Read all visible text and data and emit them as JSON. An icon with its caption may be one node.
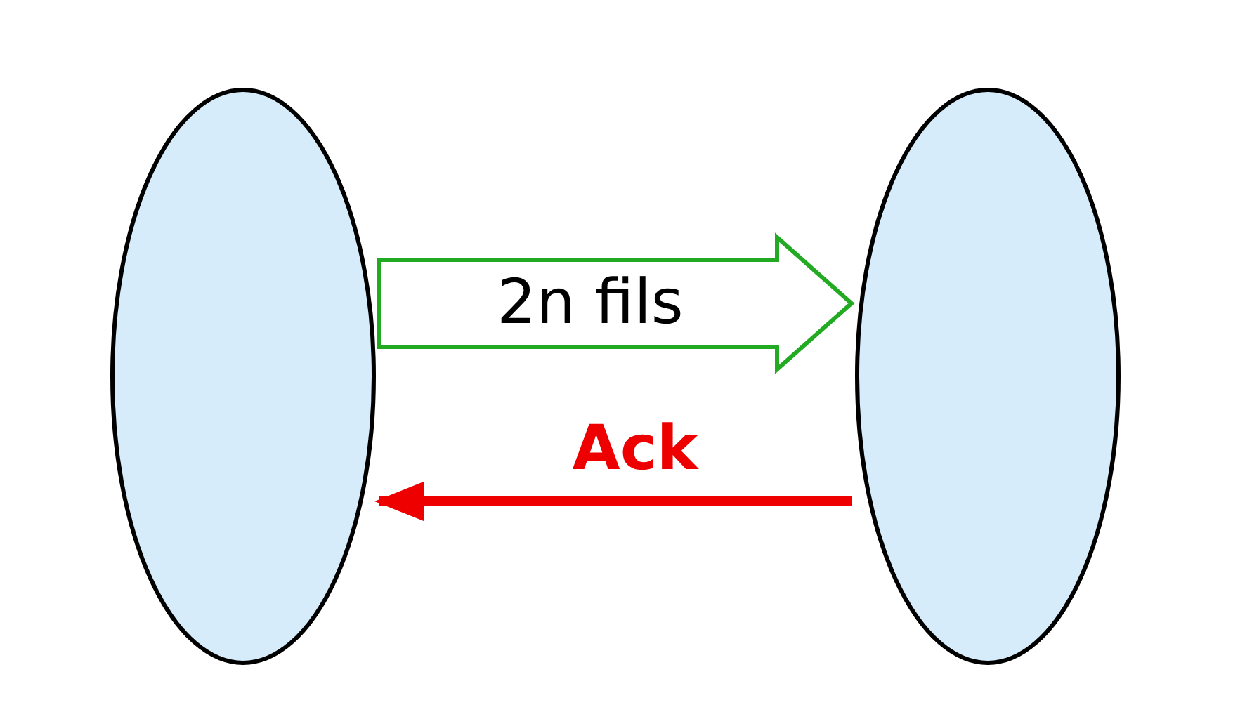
{
  "diagram": {
    "nodes": [
      {
        "text": [],
        "shape": "ellipse"
      },
      {
        "text": [],
        "shape": "ellipse"
      }
    ],
    "edges": [
      {
        "from": 0,
        "to": 1,
        "arrow": "to",
        "label": "2n fils",
        "color": "#22aa22"
      },
      {
        "from": 1,
        "to": 0,
        "arrow": "to",
        "label": "Ack",
        "color": "#ee0000"
      }
    ]
  }
}
